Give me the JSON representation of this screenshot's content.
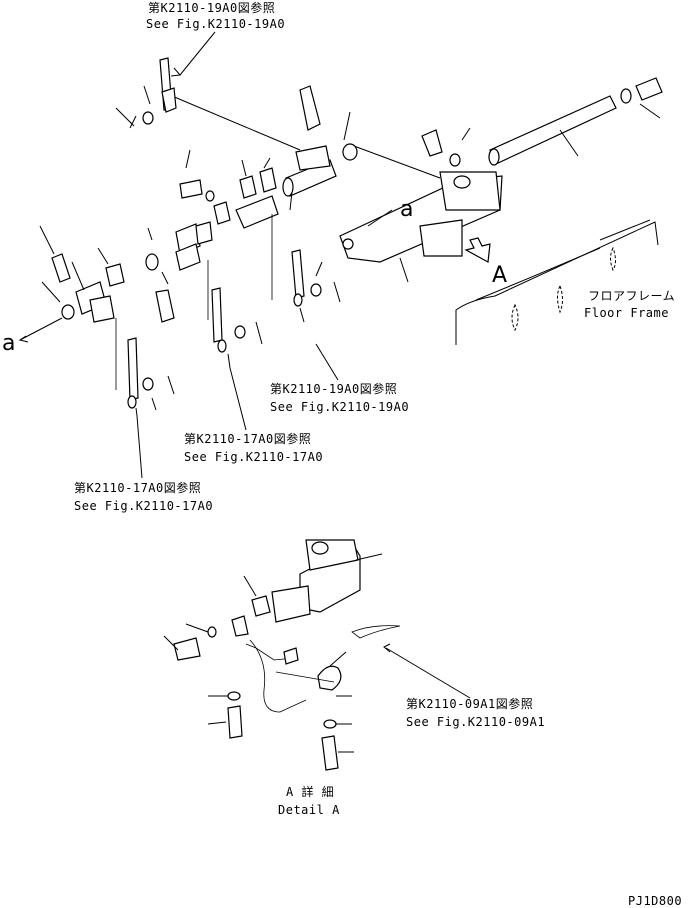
{
  "refs": {
    "top_jp": "第K2110-19A0図参照",
    "top_en": "See Fig.K2110-19A0",
    "mid1_jp": "第K2110-19A0図参照",
    "mid1_en": "See Fig.K2110-19A0",
    "mid2_jp": "第K2110-17A0図参照",
    "mid2_en": "See Fig.K2110-17A0",
    "low_jp": "第K2110-17A0図参照",
    "low_en": "See Fig.K2110-17A0",
    "detail_jp": "第K2110-09A1図参照",
    "detail_en": "See Fig.K2110-09A1"
  },
  "labels": {
    "floor_frame_jp": "フロアフレーム",
    "floor_frame_en": "Floor Frame",
    "view_a": "A",
    "mark_a_left": "a",
    "mark_a_right": "a",
    "detail_jp": "A 詳 細",
    "detail_en": "Detail A",
    "drawing_code": "PJ1D800"
  }
}
